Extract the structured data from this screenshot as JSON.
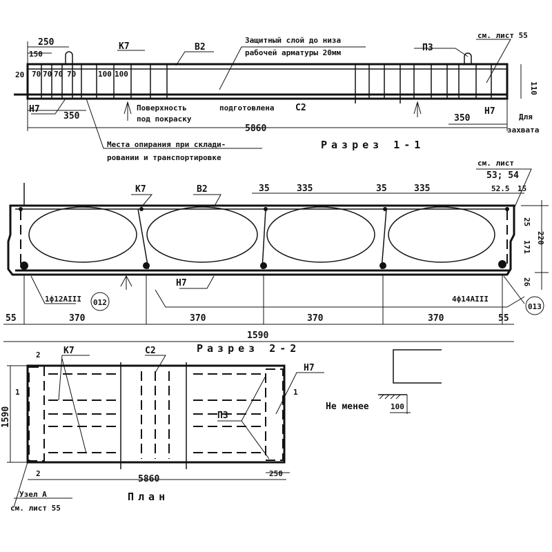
{
  "section1": {
    "title": "Разрез 1-1",
    "dims": {
      "d250": "250",
      "d150": "150",
      "d20": "20",
      "d110": "110",
      "spacing70a": "70",
      "spacing70b": "70",
      "spacing70c": "70",
      "spacing70d": "70",
      "d100a": "100",
      "d100b": "100",
      "d350_left": "350",
      "d350_right": "350",
      "length": "5860"
    },
    "marks": {
      "k7": "К7",
      "v2": "В2",
      "p3": "П3",
      "n7_left": "Н7",
      "n7_right": "Н7",
      "c2": "С2"
    },
    "notes": {
      "cover_line1": "Защитный слой до низа",
      "cover_line2": "рабочей арматуры 20мм",
      "surface_line1": "Поверхность",
      "surface_line2": "под покраску",
      "prepared": "подготовлена",
      "support_line1": "Места опирания при склади-",
      "support_line2": "ровании и транспортировке",
      "see_sheet_55": "см. лист 55",
      "grip_line1": "Для",
      "grip_line2": "захвата"
    }
  },
  "section2": {
    "title": "Разрез 2-2",
    "see_sheet": "см. лист",
    "see_sheet_nums": "53; 54",
    "top_dims": [
      "35",
      "335",
      "35",
      "335",
      "52.5",
      "15"
    ],
    "right_dims": {
      "d25": "25",
      "d171": "171",
      "d220": "220",
      "d26": "26"
    },
    "bottom_dims": [
      "55",
      "370",
      "370",
      "370",
      "370",
      "55"
    ],
    "width": "1590",
    "marks": {
      "k7": "К7",
      "v2": "В2",
      "n7": "Н7"
    },
    "rebar_left": "1ф12АIII",
    "rebar_right": "4ф14АIII",
    "pos_left": "012",
    "pos_right": "013"
  },
  "plan": {
    "title": "План",
    "width": "1590",
    "length": "5860",
    "d250": "250",
    "section_marks": {
      "s2_top": "2",
      "s2_bottom": "2",
      "s1_left": "1",
      "s1_right": "1"
    },
    "marks": {
      "k7": "К7",
      "c2": "С2",
      "p3": "П3",
      "n7": "Н7"
    },
    "node": "Узел А",
    "see_sheet": "см. лист 55"
  },
  "detail": {
    "label": "Не менее",
    "value": "100"
  }
}
